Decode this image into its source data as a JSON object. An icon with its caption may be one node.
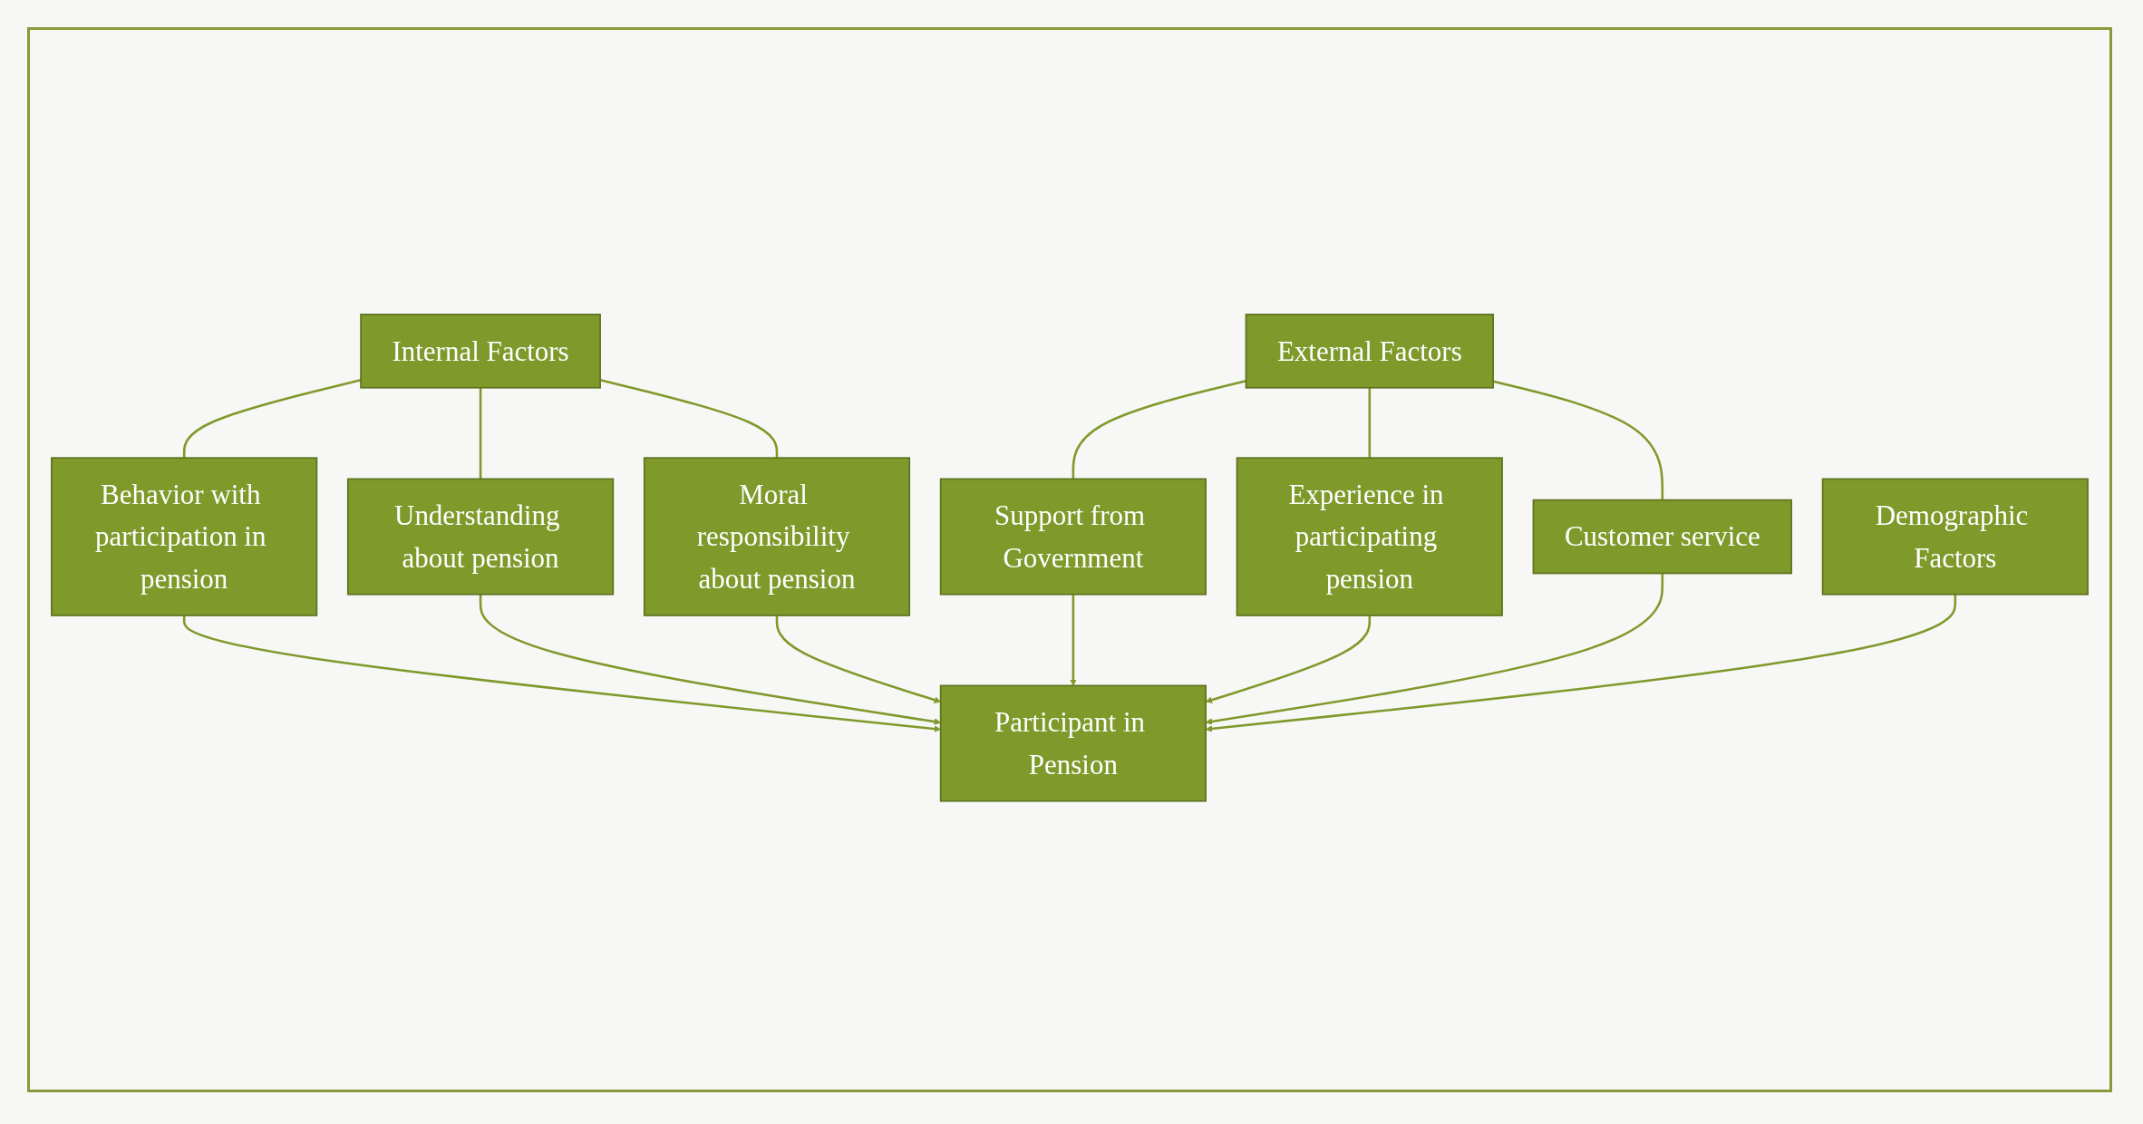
{
  "diagram": {
    "nodes": [
      {
        "text": [
          "Internal Factors"
        ]
      },
      {
        "text": [
          "External Factors"
        ]
      },
      {
        "text": [
          "Behavior with participation in pension"
        ]
      },
      {
        "text": [
          "Understanding about pension"
        ]
      },
      {
        "text": [
          "Moral responsibility about pension"
        ]
      },
      {
        "text": [
          "Support from Government"
        ]
      },
      {
        "text": [
          "Experience in participating pension"
        ]
      },
      {
        "text": [
          "Customer service"
        ]
      },
      {
        "text": [
          "Demographic Factors"
        ]
      },
      {
        "text": [
          "Participant in Pension"
        ]
      }
    ],
    "edges": [
      {
        "from": 0,
        "to": 2,
        "arrow": "none"
      },
      {
        "from": 0,
        "to": 3,
        "arrow": "none"
      },
      {
        "from": 0,
        "to": 4,
        "arrow": "none"
      },
      {
        "from": 1,
        "to": 5,
        "arrow": "none"
      },
      {
        "from": 1,
        "to": 6,
        "arrow": "none"
      },
      {
        "from": 1,
        "to": 7,
        "arrow": "none"
      },
      {
        "from": 2,
        "to": 9,
        "arrow": "to"
      },
      {
        "from": 3,
        "to": 9,
        "arrow": "to"
      },
      {
        "from": 4,
        "to": 9,
        "arrow": "to"
      },
      {
        "from": 5,
        "to": 9,
        "arrow": "to"
      },
      {
        "from": 6,
        "to": 9,
        "arrow": "to"
      },
      {
        "from": 7,
        "to": 9,
        "arrow": "to"
      },
      {
        "from": 8,
        "to": 9,
        "arrow": "to"
      }
    ]
  }
}
